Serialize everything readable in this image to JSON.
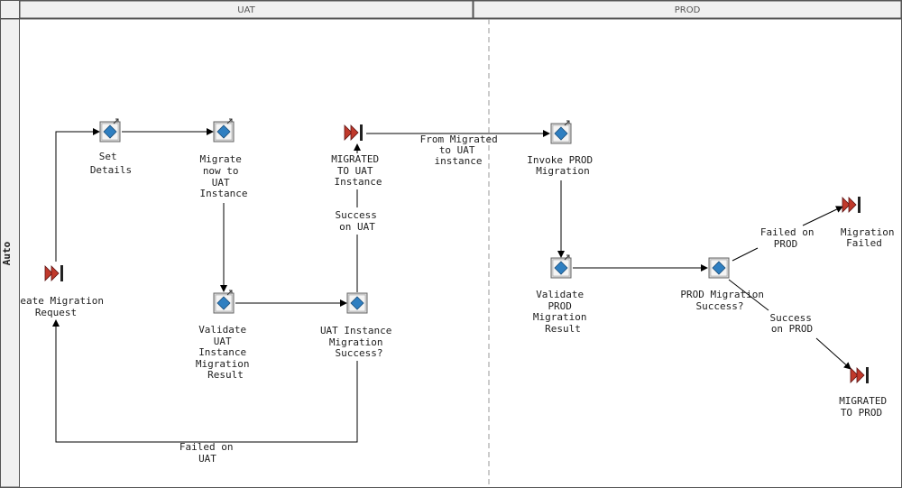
{
  "swimlanes": {
    "header_uat": "UAT",
    "header_prod": "PROD",
    "row_label": "Auto"
  },
  "nodes": {
    "create_request": [
      "eate Migration",
      "Request"
    ],
    "set_details": [
      "Set",
      "Details"
    ],
    "migrate_uat": [
      "Migrate",
      "now to",
      "UAT",
      "Instance"
    ],
    "validate_uat": [
      "Validate",
      "UAT",
      "Instance",
      "Migration",
      "Result"
    ],
    "uat_success": [
      "UAT Instance",
      "Migration",
      "Success?"
    ],
    "migrated_uat": [
      "MIGRATED",
      "TO UAT",
      "Instance"
    ],
    "invoke_prod": [
      "Invoke PROD",
      "Migration"
    ],
    "validate_prod": [
      "Validate",
      "PROD",
      "Migration",
      "Result"
    ],
    "prod_success": [
      "PROD Migration",
      "Success?"
    ],
    "migration_failed": [
      "Migration",
      "Failed"
    ],
    "migrated_prod": [
      "MIGRATED",
      "TO PROD"
    ]
  },
  "edges": {
    "success_uat": [
      "Success",
      "on UAT"
    ],
    "failed_uat": [
      "Failed on",
      "UAT"
    ],
    "from_migrated": [
      "From Migrated",
      "to UAT",
      "instance"
    ],
    "failed_prod": [
      "Failed on",
      "PROD"
    ],
    "success_prod": [
      "Success",
      "on PROD"
    ]
  },
  "colors": {
    "event_red": "#c0392b",
    "activity_blue": "#2f7fc1",
    "activity_box": "#d8d8d8",
    "lane_border": "#555555"
  }
}
